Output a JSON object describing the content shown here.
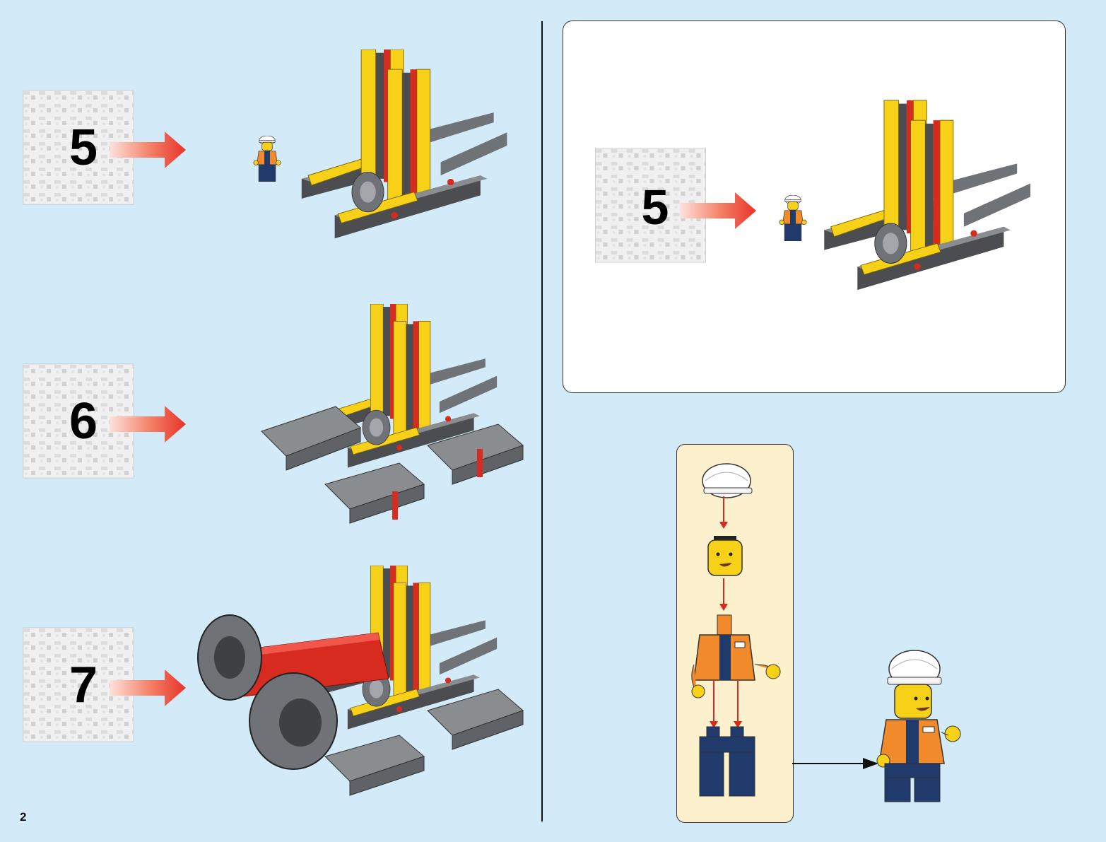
{
  "page": {
    "number": "2"
  },
  "steps": [
    {
      "bag_number": "5"
    },
    {
      "bag_number": "6"
    },
    {
      "bag_number": "7"
    }
  ],
  "callout": {
    "bag_number": "5"
  },
  "colors": {
    "background": "#d3ebf8",
    "arrow_red": "#e8332b",
    "brick_yellow": "#f7d117",
    "brick_red": "#d62b1e",
    "brick_gray": "#8a8d90",
    "dark_gray": "#4b4d50",
    "minifig_orange": "#f08a2a",
    "minifig_blue": "#1f3a6b",
    "panel_cream": "#fdf0cc"
  }
}
